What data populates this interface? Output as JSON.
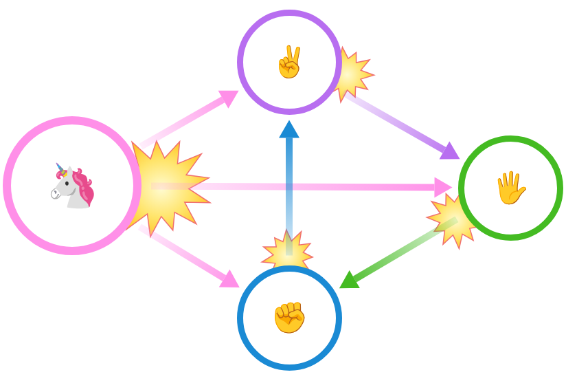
{
  "diagram": {
    "nodes": [
      {
        "text": [
          "🦄"
        ]
      },
      {
        "text": [
          "✌️"
        ]
      },
      {
        "text": [
          "🖐️"
        ]
      },
      {
        "text": [
          "✊"
        ]
      }
    ],
    "edges": [
      {
        "from": 0,
        "to": 1,
        "arrow": "to"
      },
      {
        "from": 0,
        "to": 2,
        "arrow": "to"
      },
      {
        "from": 0,
        "to": 3,
        "arrow": "to"
      },
      {
        "from": 1,
        "to": 2,
        "arrow": "to"
      },
      {
        "from": 2,
        "to": 3,
        "arrow": "to"
      },
      {
        "from": 3,
        "to": 1,
        "arrow": "to"
      }
    ]
  }
}
